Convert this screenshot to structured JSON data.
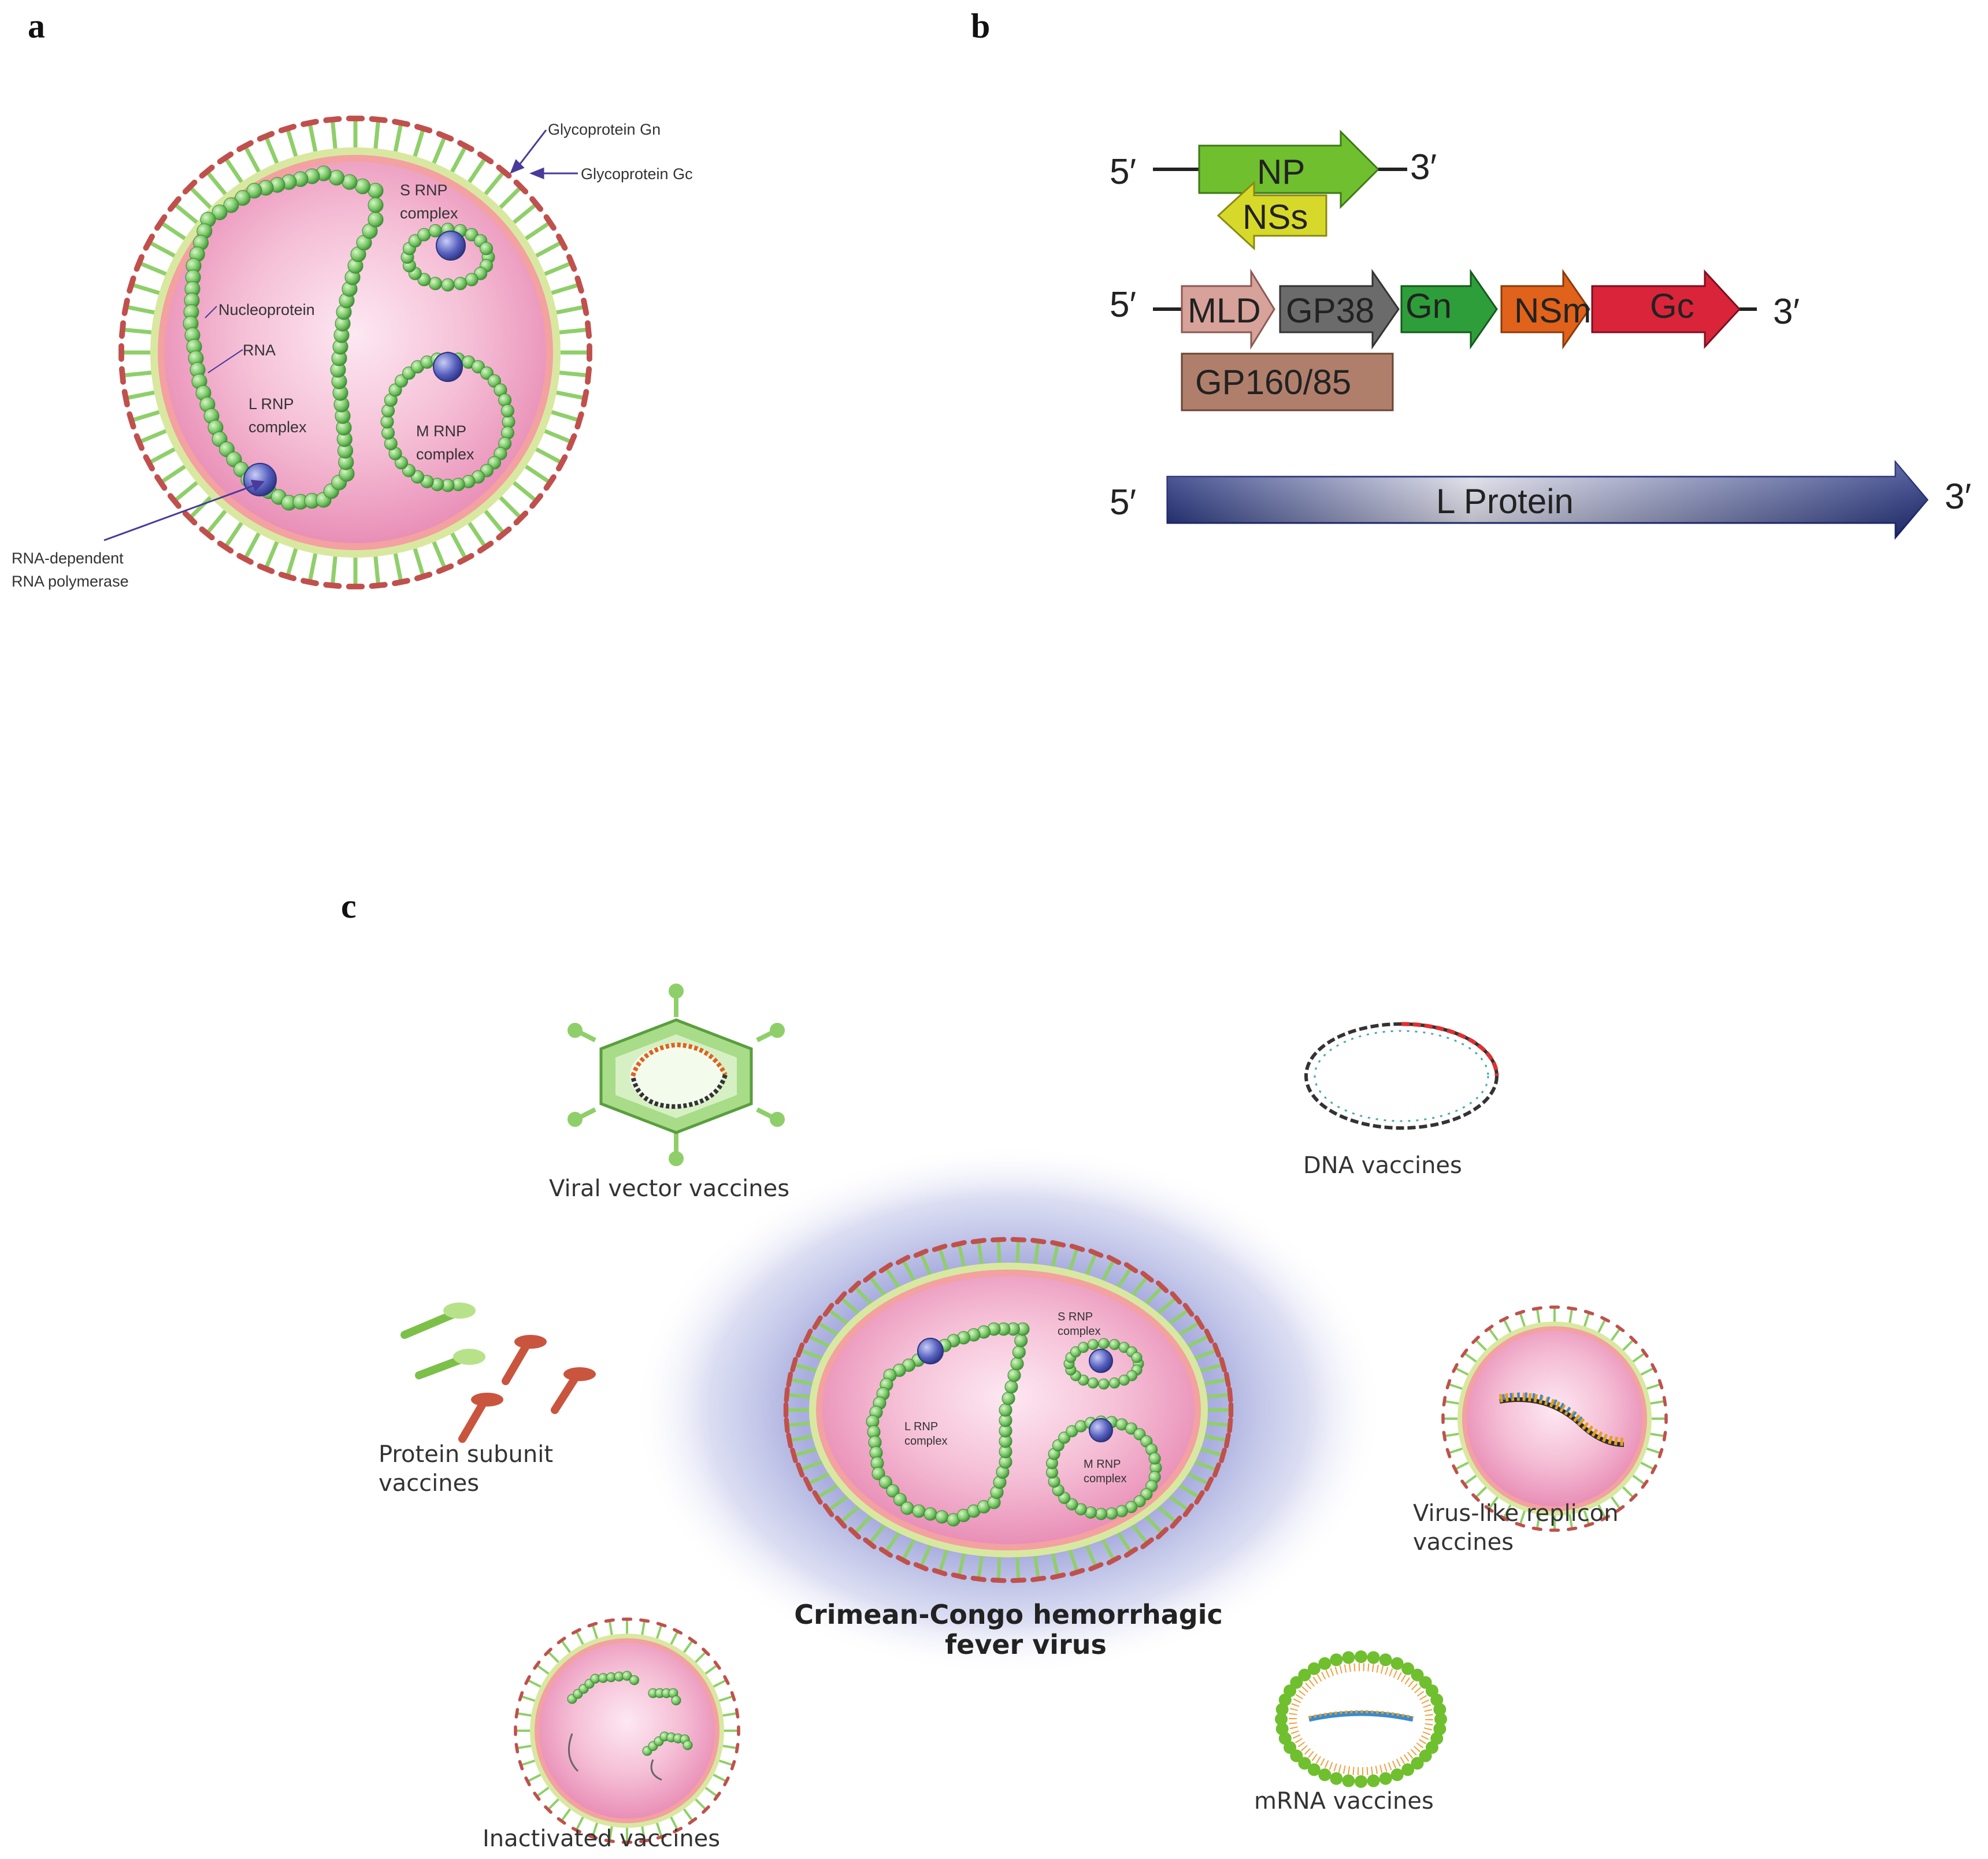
{
  "panels": {
    "a": {
      "letter": "a",
      "labels": {
        "gn": "Glycoprotein Gn",
        "gc": "Glycoprotein Gc",
        "s_rnp_1": "S RNP",
        "s_rnp_2": "complex",
        "nucleoprotein": "Nucleoprotein",
        "rna": "RNA",
        "l_rnp_1": "L RNP",
        "l_rnp_2": "complex",
        "m_rnp_1": "M RNP",
        "m_rnp_2": "complex",
        "polymerase_1": "RNA-dependent",
        "polymerase_2": "RNA polymerase"
      }
    },
    "b": {
      "letter": "b",
      "five_prime": "5′",
      "three_prime": "3′",
      "s_segment": {
        "np": "NP",
        "nss": "NSs"
      },
      "m_segment": {
        "mld": "MLD",
        "gp38": "GP38",
        "gn": "Gn",
        "nsm": "NSm",
        "gc": "Gc",
        "gp160": "GP160/85"
      },
      "l_segment": {
        "l_protein": "L Protein"
      }
    },
    "c": {
      "letter": "c",
      "center_title_1": "Crimean-Congo hemorrhagic",
      "center_title_2": "fever virus",
      "inner": {
        "s_rnp_1": "S RNP",
        "s_rnp_2": "complex",
        "l_rnp_1": "L RNP",
        "l_rnp_2": "complex",
        "m_rnp_1": "M RNP",
        "m_rnp_2": "complex"
      },
      "vaccines": {
        "viral_vector": "Viral vector vaccines",
        "dna": "DNA vaccines",
        "protein_subunit_1": "Protein subunit",
        "protein_subunit_2": "vaccines",
        "replicon_1": "Virus-like replicon",
        "replicon_2": "vaccines",
        "inactivated": "Inactivated vaccines",
        "mrna": "mRNA vaccines"
      }
    }
  },
  "colors": {
    "virion_fill": "#f4b6d0",
    "spike_red": "#c0504d",
    "spike_green": "#8fcf6a",
    "bead_green": "#7ccd6c",
    "polymerase_blue": "#5560b8",
    "np_green": "#6fbf2f",
    "nss_yellow": "#d7d92a",
    "mld_pink": "#d7a29a",
    "gp38_gray": "#6b6b6b",
    "gn_green": "#2e9e3a",
    "nsm_orange": "#e0621b",
    "gc_red": "#d9243a",
    "gp160_brown": "#b07f6c",
    "l_protein_blue": "#2a3a8c",
    "halo_purple": "#aab0de"
  }
}
